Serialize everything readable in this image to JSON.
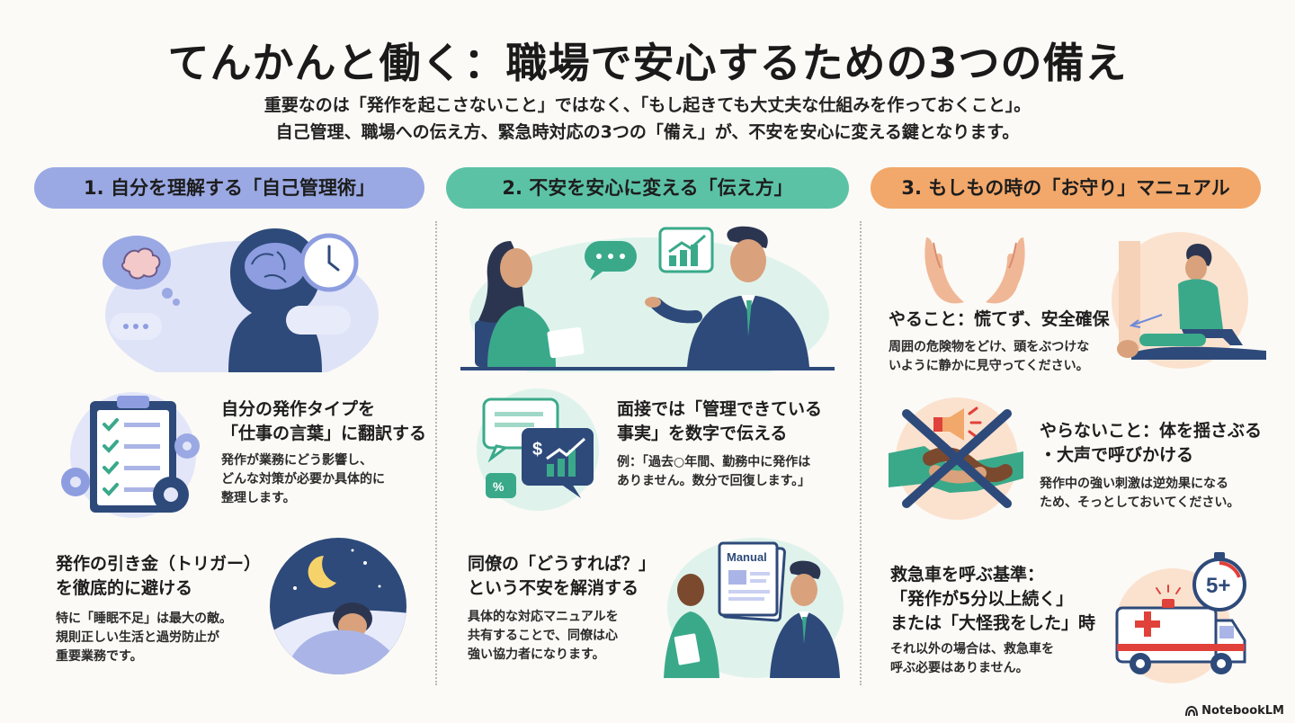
{
  "header": {
    "title": "てんかんと働く：職場で安心するための3つの備え",
    "subtitle_line1": "重要なのは「発作を起こさないこと」ではなく、「もし起きても大丈夫な仕組みを作っておくこと」。",
    "subtitle_line2": "自己管理、職場への伝え方、緊急時対応の3つの「備え」が、不安を安心に変える鍵となります。"
  },
  "columns": [
    {
      "title": "1. 自分を理解する「自己管理術」",
      "accent": "#9aa9e4",
      "items": [
        {
          "heading": [
            "自分の発作タイプを",
            "「仕事の言葉」に翻訳する"
          ],
          "body": [
            "発作が業務にどう影響し、",
            "どんな対策が必要か具体的に",
            "整理します。"
          ]
        },
        {
          "heading": [
            "発作の引き金（トリガー）",
            "を徹底的に避ける"
          ],
          "body": [
            "特に「睡眠不足」は最大の敵。",
            "規則正しい生活と過労防止が",
            "重要業務です。"
          ]
        }
      ]
    },
    {
      "title": "2. 不安を安心に変える「伝え方」",
      "accent": "#5cc2a6",
      "items": [
        {
          "heading": [
            "面接では「管理できている",
            "事実」を数字で伝える"
          ],
          "body": [
            "例：「過去○年間、勤務中に発作は",
            "ありません。数分で回復します。」"
          ]
        },
        {
          "heading": [
            "同僚の「どうすれば？」",
            "という不安を解消する"
          ],
          "body": [
            "具体的な対応マニュアルを",
            "共有することで、同僚は心",
            "強い協力者になります。"
          ]
        }
      ],
      "manual_label": "Manual"
    },
    {
      "title": "3. もしもの時の「お守り」マニュアル",
      "accent": "#f2a86a",
      "items": [
        {
          "heading": [
            "やること：慌てず、安全確保"
          ],
          "body": [
            "周囲の危険物をどけ、頭をぶつけな",
            "いように静かに見守ってください。"
          ]
        },
        {
          "heading": [
            "やらないこと：体を揺さぶる",
            "・大声で呼びかける"
          ],
          "body": [
            "発作中の強い刺激は逆効果になる",
            "ため、そっとしておいてください。"
          ]
        },
        {
          "heading": [
            "救急車を呼ぶ基準：",
            "「発作が5分以上続く」",
            "または「大怪我をした」時"
          ],
          "body": [
            "それ以外の場合は、救急車を",
            "呼ぶ必要はありません。"
          ]
        }
      ],
      "timer_label": "5+"
    }
  ],
  "footer": {
    "brand": "NotebookLM"
  },
  "colors": {
    "navy": "#2e4a7a",
    "teal": "#3aa98a",
    "lavender": "#c9d0f2",
    "orange": "#f2a86a",
    "red": "#e0413a"
  }
}
